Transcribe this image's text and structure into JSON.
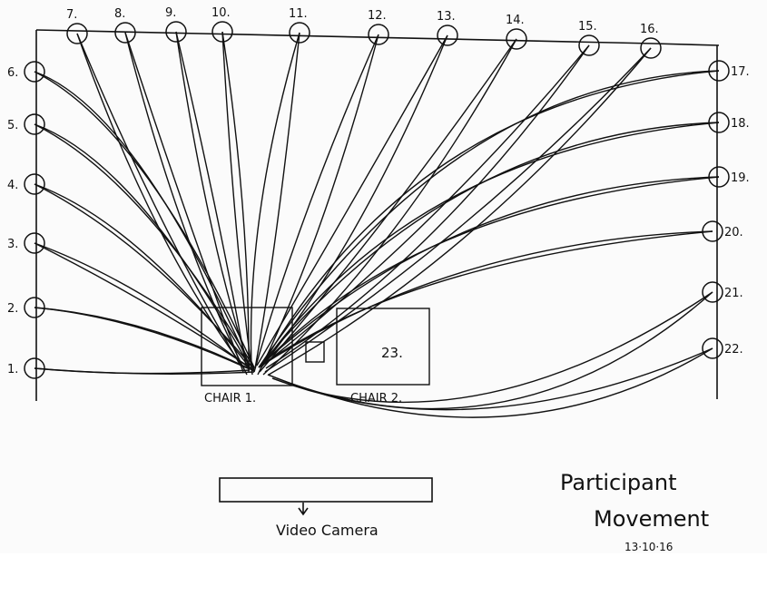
{
  "title": "Participant Movement",
  "title_line1": "Participant",
  "title_line2": "Movement",
  "date": "13·10·16",
  "chair1_label": "CHAIR 1.",
  "chair2_label": "CHAIR 2.",
  "chair2_number": "23.",
  "camera_label": "Video Camera",
  "positions": {
    "top": [
      "7.",
      "8.",
      "9.",
      "10.",
      "11.",
      "12.",
      "13.",
      "14.",
      "15.",
      "16."
    ],
    "left": [
      "6.",
      "5.",
      "4.",
      "3.",
      "2.",
      "1."
    ],
    "right": [
      "17.",
      "18.",
      "19.",
      "20.",
      "21.",
      "22."
    ]
  },
  "ink_color": "#111111"
}
